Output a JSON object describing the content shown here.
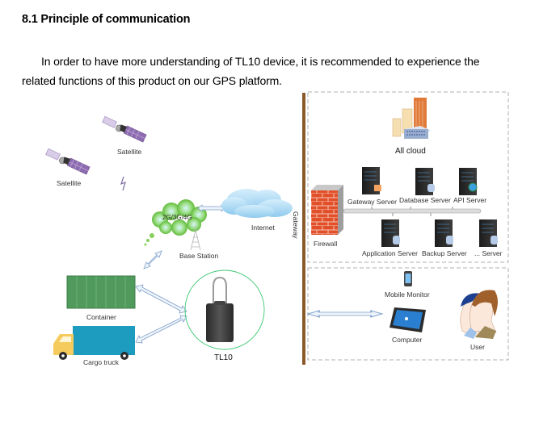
{
  "document": {
    "section_heading": "8.1 Principle of communication",
    "paragraph_line1": "In order to have more understanding of TL10 device, it is recommended to experience the",
    "paragraph_line2": "related functions of this product on our GPS platform."
  },
  "diagram": {
    "left_side": {
      "satellite_1": "Satellite",
      "satellite_2": "Satellite",
      "network_cloud": "2G/3G/4G",
      "base_station": "Base Station",
      "internet": "Internet",
      "container": "Container",
      "cargo_truck": "Cargo truck",
      "device": "TL10",
      "gateway": "Gateway"
    },
    "server_zone": {
      "all_cloud": "All cloud",
      "firewall": "Firewall",
      "servers_top": [
        "Gateway Server",
        "Database Server",
        "API Server"
      ],
      "servers_bottom": [
        "Application Server",
        "Backup Server",
        "... Server"
      ]
    },
    "client_zone": {
      "mobile_monitor": "Mobile Monitor",
      "computer": "Computer",
      "user": "User"
    },
    "colors": {
      "gateway_bar": "#8B5A2B",
      "firewall_brick": "#E2502A",
      "container_green": "#4F9A5C",
      "truck_body": "#1E9CC0",
      "truck_cab": "#F6CB5E",
      "device_ring": "#3CC870",
      "network_green": "#86D05A",
      "internet_blue": "#A9D8F2",
      "building_orange": "#E07A3A"
    }
  }
}
